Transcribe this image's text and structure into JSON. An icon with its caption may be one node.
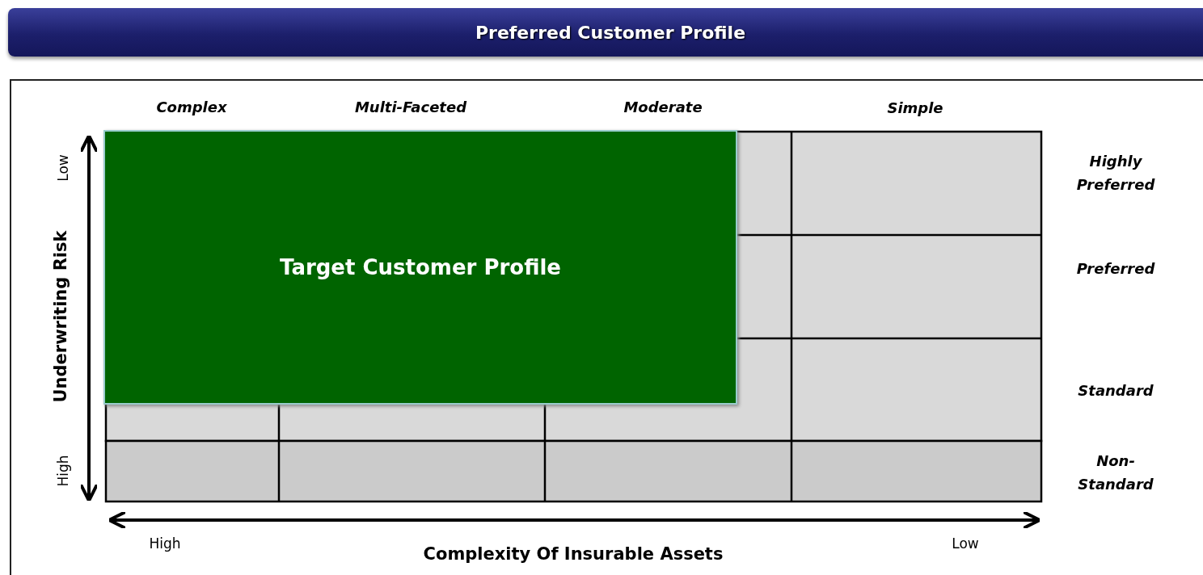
{
  "diagram": {
    "title": "Preferred Customer Profile",
    "nodes": [
      {
        "text": [
          "Target Customer Profile"
        ]
      }
    ],
    "edges": [],
    "labels": [
      "Complex",
      "Multi-Faceted",
      "Moderate",
      "Simple",
      "Highly Preferred",
      "Preferred",
      "Standard",
      "Non-Standard",
      "Low",
      "Underwriting Risk",
      "High",
      "High",
      "Complexity Of Insurable Assets",
      "Low"
    ]
  }
}
